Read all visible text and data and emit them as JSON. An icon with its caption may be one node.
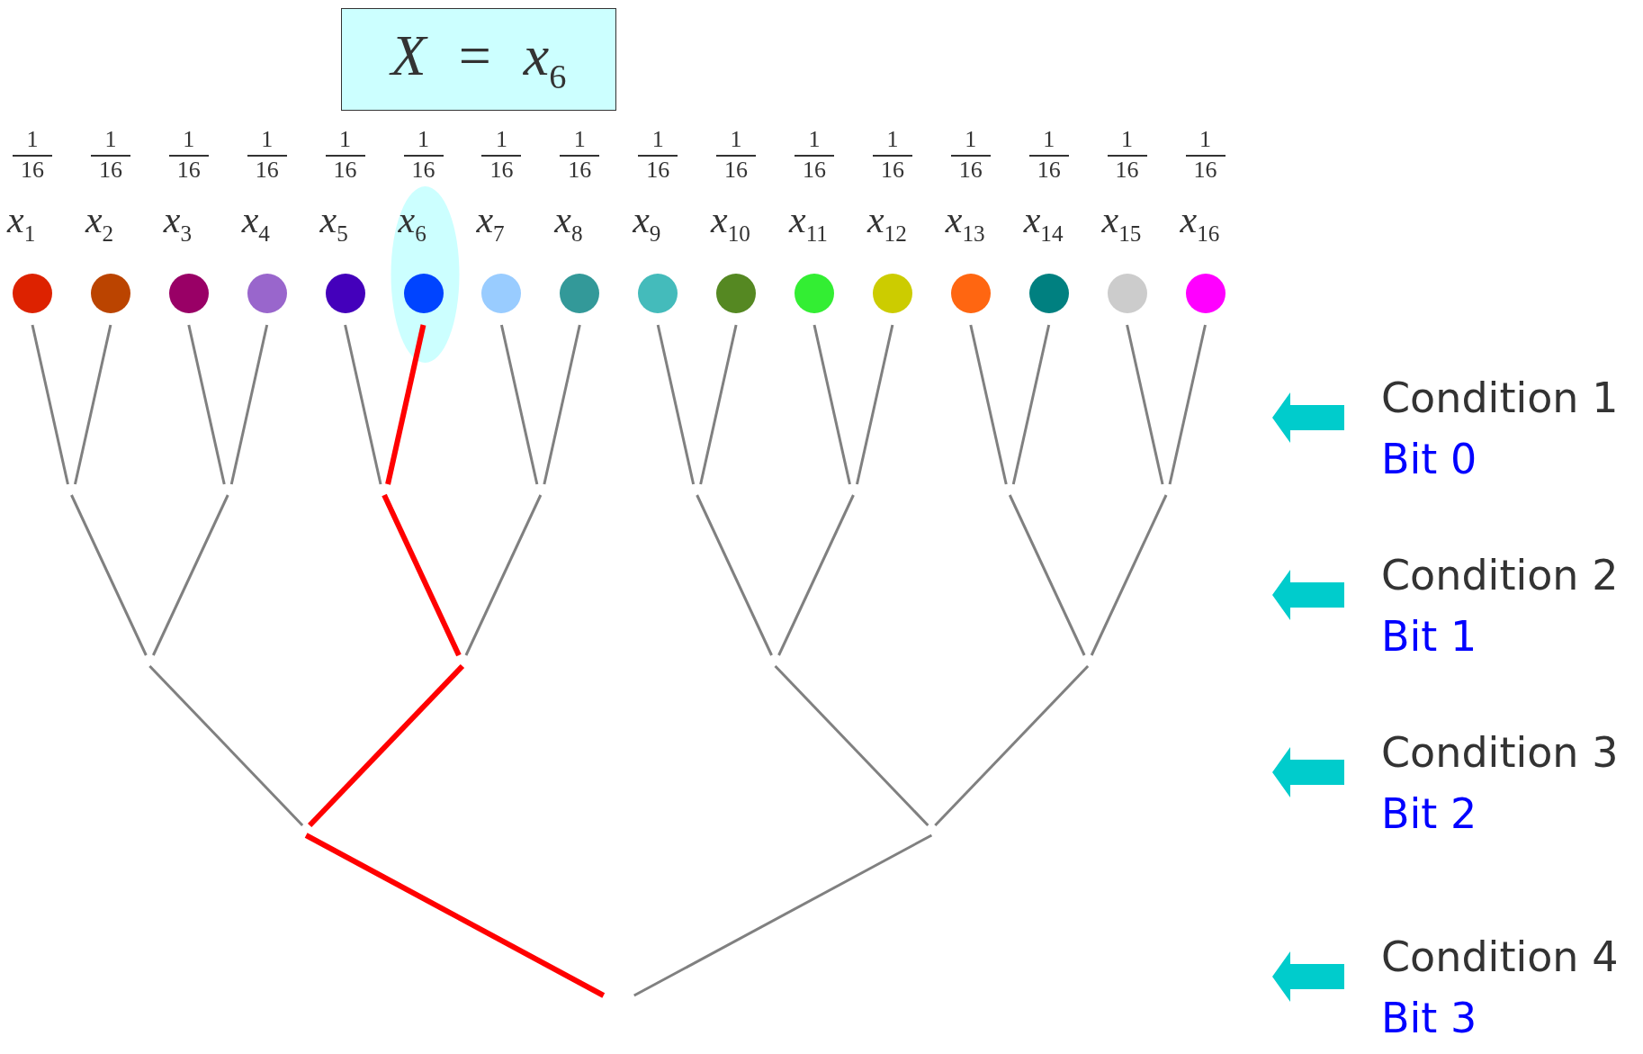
{
  "diagram": {
    "nodes": [
      {
        "text": [
          "*X* = *x*$_{6}$"
        ]
      },
      {
        "text": [],
        "shape": "circle",
        "beside": [
          "1",
          "16",
          "*x*$_{1}$"
        ]
      },
      {
        "text": [],
        "shape": "circle",
        "beside": [
          "1",
          "16",
          "*x*$_{2}$"
        ]
      },
      {
        "text": [],
        "shape": "circle",
        "beside": [
          "1",
          "16",
          "*x*$_{3}$"
        ]
      },
      {
        "text": [],
        "shape": "circle",
        "beside": [
          "1",
          "16",
          "*x*$_{4}$"
        ]
      },
      {
        "text": [],
        "shape": "circle",
        "beside": [
          "1",
          "16",
          "*x*$_{5}$"
        ]
      },
      {
        "text": [],
        "shape": "circle",
        "beside": [
          "1",
          "16",
          "*x*$_{6}$"
        ]
      },
      {
        "text": [],
        "shape": "circle",
        "beside": [
          "1",
          "16",
          "*x*$_{7}$"
        ]
      },
      {
        "text": [],
        "shape": "circle",
        "beside": [
          "1",
          "16",
          "*x*$_{8}$"
        ]
      },
      {
        "text": [],
        "shape": "circle",
        "beside": [
          "1",
          "16",
          "*x*$_{9}$"
        ]
      },
      {
        "text": [],
        "shape": "circle",
        "beside": [
          "1",
          "16",
          "*x*$_{10}$"
        ]
      },
      {
        "text": [],
        "shape": "circle",
        "beside": [
          "1",
          "16",
          "*x*$_{11}$"
        ]
      },
      {
        "text": [],
        "shape": "circle",
        "beside": [
          "1",
          "16",
          "*x*$_{12}$"
        ]
      },
      {
        "text": [],
        "shape": "circle",
        "beside": [
          "1",
          "16",
          "*x*$_{13}$"
        ]
      },
      {
        "text": [],
        "shape": "circle",
        "beside": [
          "1",
          "16",
          "*x*$_{14}$"
        ]
      },
      {
        "text": [],
        "shape": "circle",
        "beside": [
          "1",
          "16",
          "*x*$_{15}$"
        ]
      },
      {
        "text": [],
        "shape": "circle",
        "beside": [
          "1",
          "16",
          "*x*$_{16}$"
        ]
      }
    ],
    "labels": [
      "Condition 1",
      "Bit 0",
      "Condition 2",
      "Bit 1",
      "Condition 3",
      "Bit 2",
      "Condition 4",
      "Bit 3"
    ]
  }
}
